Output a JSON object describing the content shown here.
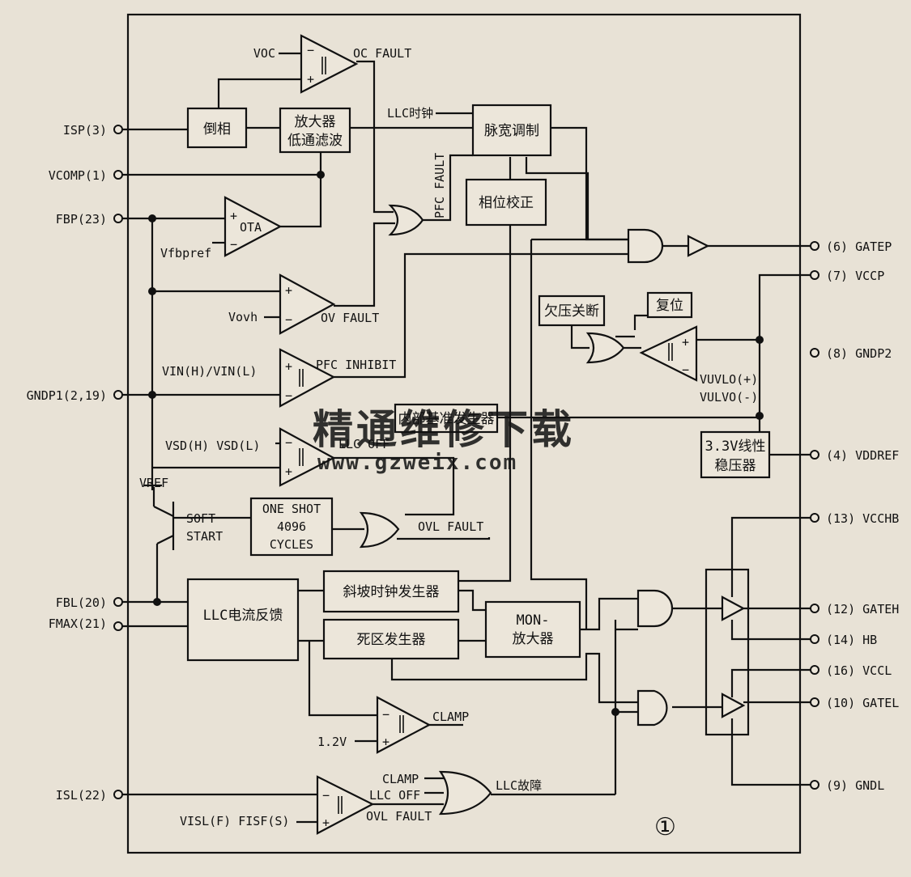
{
  "pins_left": {
    "isp": "ISP(3)",
    "vcomp": "VCOMP(1)",
    "fbp": "FBP(23)",
    "gndp1": "GNDP1(2,19)",
    "fbl": "FBL(20)",
    "fmax": "FMAX(21)",
    "isl": "ISL(22)"
  },
  "pins_right": {
    "gatep": "(6) GATEP",
    "vccp": "(7) VCCP",
    "gndp2": "(8) GNDP2",
    "vddref": "(4) VDDREF",
    "vcchb": "(13) VCCHB",
    "gateh": "(12) GATEH",
    "hb": "(14) HB",
    "vccl": "(16) VCCL",
    "gatel": "(10) GATEL",
    "gndl": "(9) GNDL"
  },
  "blocks": {
    "invert": "倒相",
    "amp_filter_1": "放大器",
    "amp_filter_2": "低通滤波",
    "pwm": "脉宽调制",
    "phase_correct": "相位校正",
    "undervoltage_off": "欠压关断",
    "reset": "复位",
    "ref_gen": "内部基准发生器",
    "ldo_1": "3.3V线性",
    "ldo_2": "稳压器",
    "one_shot_1": "ONE SHOT",
    "one_shot_2": "4096",
    "one_shot_3": "CYCLES",
    "llc_current_fb": "LLC电流反馈",
    "ramp_clock": "斜坡时钟发生器",
    "dead_time": "死区发生器",
    "mon_amp_1": "MON-",
    "mon_amp_2": "放大器"
  },
  "labels": {
    "voc": "VOC",
    "oc_fault": "OC FAULT",
    "llc_clock": "LLC时钟",
    "pfc_fault": "PFC FAULT",
    "ota": "OTA",
    "vfbpref": "Vfbpref",
    "vovh": "Vovh",
    "ov_fault": "OV FAULT",
    "vin": "VIN(H)/VIN(L)",
    "pfc_inhibit": "PFC INHIBIT",
    "vsd": "VSD(H) VSD(L)",
    "llc_off": "LLC OFF",
    "vref": "VREF",
    "soft": "SOFT",
    "start": "START",
    "ovl_fault": "OVL FAULT",
    "vuvlo_p": "VUVLO(+)",
    "vuvlo_m": "VULVO(-)",
    "clamp": "CLAMP",
    "v12": "1.2V",
    "clamp_in": "CLAMP",
    "llc_off_in": "LLC OFF",
    "ovl_fault_in": "OVL FAULT",
    "llc_fault": "LLC故障",
    "visl": "VISL(F) FISF(S)",
    "figure_no": "①",
    "plus": "+",
    "minus": "−"
  },
  "watermark": {
    "line1": "精通维修下载",
    "line2": "www.gzweix.com"
  }
}
